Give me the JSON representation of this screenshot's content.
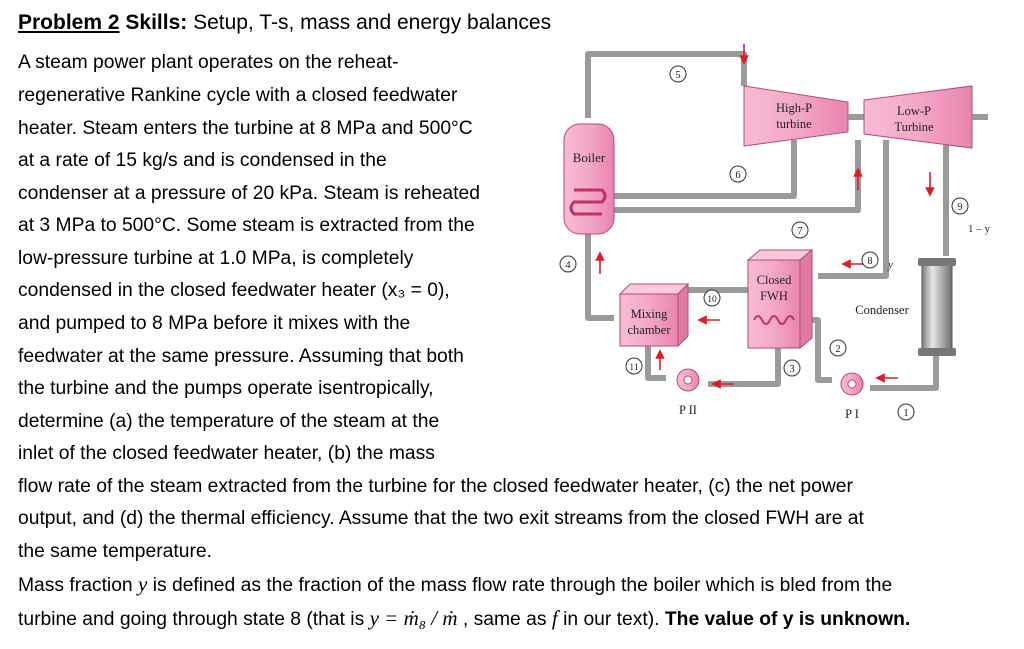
{
  "heading": {
    "problem": "Problem 2",
    "skills_label": "Skills:",
    "skills_text": "Setup, T-s, mass and energy balances"
  },
  "paragraph_lines": [
    "A steam power plant operates on the reheat-",
    "regenerative Rankine cycle with a closed feedwater",
    "heater. Steam enters the turbine at 8 MPa and 500°C",
    "at a rate of 15 kg/s and is condensed in the",
    "condenser at a pressure of 20 kPa. Steam is reheated",
    "at 3 MPa to 500°C. Some steam is extracted from the",
    "low-pressure turbine at 1.0 MPa, is completely",
    "condensed in the closed feedwater heater (x₃ = 0),",
    "and pumped to 8 MPa before it mixes with the",
    "feedwater at the same pressure. Assuming that both",
    "the turbine and the pumps operate isentropically,",
    "determine (a) the temperature of the steam at the",
    "inlet of the closed feedwater heater, (b) the mass",
    "flow rate of the steam extracted from the turbine for the closed feedwater heater, (c) the net power",
    "output, and (d) the thermal efficiency.  Assume that the two exit streams from the closed FWH are at",
    "the same temperature."
  ],
  "mass_fraction": {
    "line1_a": "Mass fraction ",
    "line1_var": "y",
    "line1_b": " is defined as the fraction of the mass flow rate through the boiler which is bled from the",
    "line2_a": "turbine and going through state 8 (that is ",
    "line2_formula": "y = ṁ₈ / ṁ",
    "line2_b": " , same as ",
    "line2_f": "f",
    "line2_c": " in our text).  ",
    "line2_bold": "The value of y is unknown."
  },
  "diagram": {
    "components": {
      "boiler": "Boiler",
      "hp_turbine_1": "High-P",
      "hp_turbine_2": "turbine",
      "lp_turbine_1": "Low-P",
      "lp_turbine_2": "Turbine",
      "closed_fwh_1": "Closed",
      "closed_fwh_2": "FWH",
      "mixing_1": "Mixing",
      "mixing_2": "chamber",
      "condenser": "Condenser",
      "pump_2": "P II",
      "pump_1": "P I"
    },
    "states": [
      "1",
      "2",
      "3",
      "4",
      "5",
      "6",
      "7",
      "8",
      "9",
      "10",
      "11"
    ],
    "flow_labels": {
      "y": "y",
      "one_minus_y": "1 – y"
    },
    "colors": {
      "equipment": "#f4a7c8",
      "pipe": "#9a9a9a",
      "arrow": "#e01b24"
    }
  }
}
